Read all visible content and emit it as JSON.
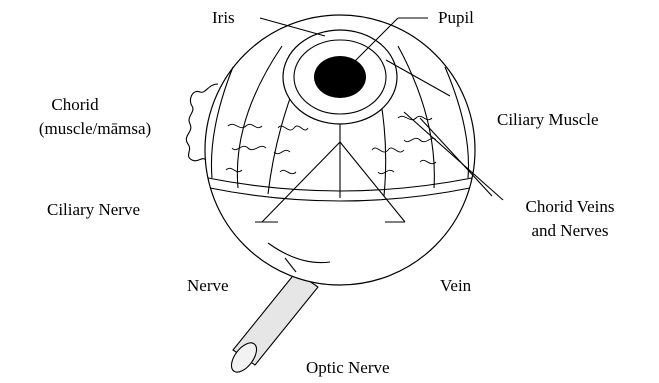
{
  "labels": {
    "iris": "Iris",
    "pupil": "Pupil",
    "chorid_line1": "Chorid",
    "chorid_line2": "(muscle/māmsa)",
    "ciliary_muscle": "Ciliary Muscle",
    "ciliary_nerve": "Ciliary Nerve",
    "chorid_veins_line1": "Chorid Veins",
    "chorid_veins_line2": "and Nerves",
    "nerve": "Nerve",
    "vein": "Vein",
    "optic_nerve": "Optic Nerve"
  },
  "colors": {
    "stroke": "#000000",
    "pupil_fill": "#000000",
    "optic_nerve_fill": "#e6e6e6",
    "background": "#ffffff"
  }
}
